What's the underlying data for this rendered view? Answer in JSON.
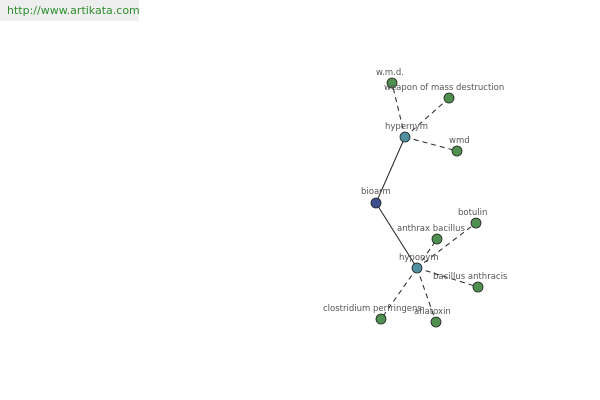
{
  "header": {
    "url": "http://www.artikata.com"
  },
  "colors": {
    "center": "#3b4f8f",
    "hub": "#4f8fa0",
    "leaf": "#4f8f4f",
    "url_text": "#2f8f2f"
  },
  "graph": {
    "nodes": [
      {
        "id": "bioarm",
        "label": "bioarm",
        "kind": "center"
      },
      {
        "id": "hypernym",
        "label": "hypernym",
        "kind": "hub"
      },
      {
        "id": "hyponym",
        "label": "hyponym",
        "kind": "hub"
      },
      {
        "id": "wmd_dots",
        "label": "w.m.d.",
        "kind": "leaf"
      },
      {
        "id": "weapon_mass",
        "label": "weapon of mass destruction",
        "kind": "leaf"
      },
      {
        "id": "wmd",
        "label": "wmd",
        "kind": "leaf"
      },
      {
        "id": "botulin",
        "label": "botulin",
        "kind": "leaf"
      },
      {
        "id": "anthrax_bacillus",
        "label": "anthrax bacillus",
        "kind": "leaf"
      },
      {
        "id": "bacillus_anthracis",
        "label": "bacillus anthracis",
        "kind": "leaf"
      },
      {
        "id": "clostridium",
        "label": "clostridium perfringens",
        "kind": "leaf"
      },
      {
        "id": "aflatoxin",
        "label": "aflatoxin",
        "kind": "leaf"
      }
    ],
    "edges": [
      {
        "from": "bioarm",
        "to": "hypernym",
        "style": "solid"
      },
      {
        "from": "bioarm",
        "to": "hyponym",
        "style": "solid"
      },
      {
        "from": "hypernym",
        "to": "wmd_dots",
        "style": "dashed"
      },
      {
        "from": "hypernym",
        "to": "weapon_mass",
        "style": "dashed"
      },
      {
        "from": "hypernym",
        "to": "wmd",
        "style": "dashed"
      },
      {
        "from": "hyponym",
        "to": "botulin",
        "style": "dashed"
      },
      {
        "from": "hyponym",
        "to": "anthrax_bacillus",
        "style": "dashed"
      },
      {
        "from": "hyponym",
        "to": "bacillus_anthracis",
        "style": "dashed"
      },
      {
        "from": "hyponym",
        "to": "clostridium",
        "style": "dashed"
      },
      {
        "from": "hyponym",
        "to": "aflatoxin",
        "style": "dashed"
      }
    ]
  }
}
